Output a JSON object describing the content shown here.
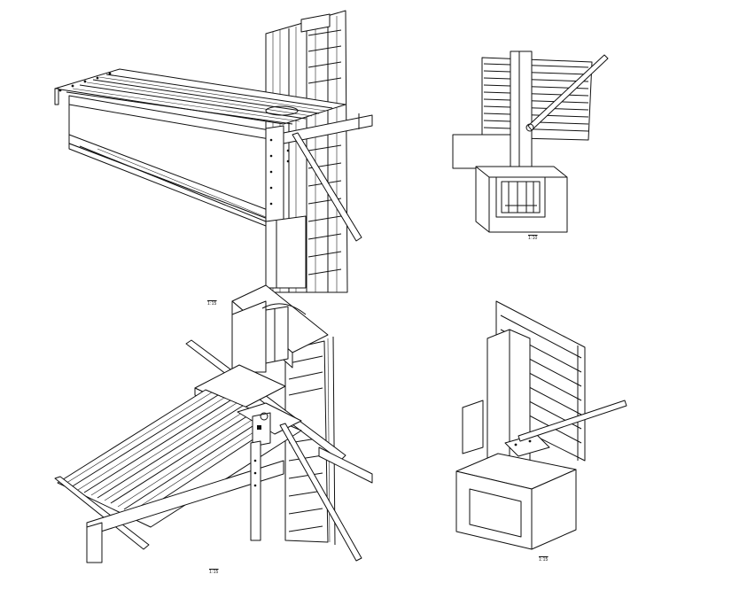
{
  "drawings": [
    {
      "name": "beam-column-connection-top-left",
      "scale": ""
    },
    {
      "name": "column-base-detail-top-right",
      "scale": "1:10"
    },
    {
      "name": "floor-deck-connection-bottom-left",
      "scale": "1:15"
    },
    {
      "name": "column-base-detail-bottom-right",
      "scale": "1:15"
    }
  ],
  "extra_scale": "1:15"
}
